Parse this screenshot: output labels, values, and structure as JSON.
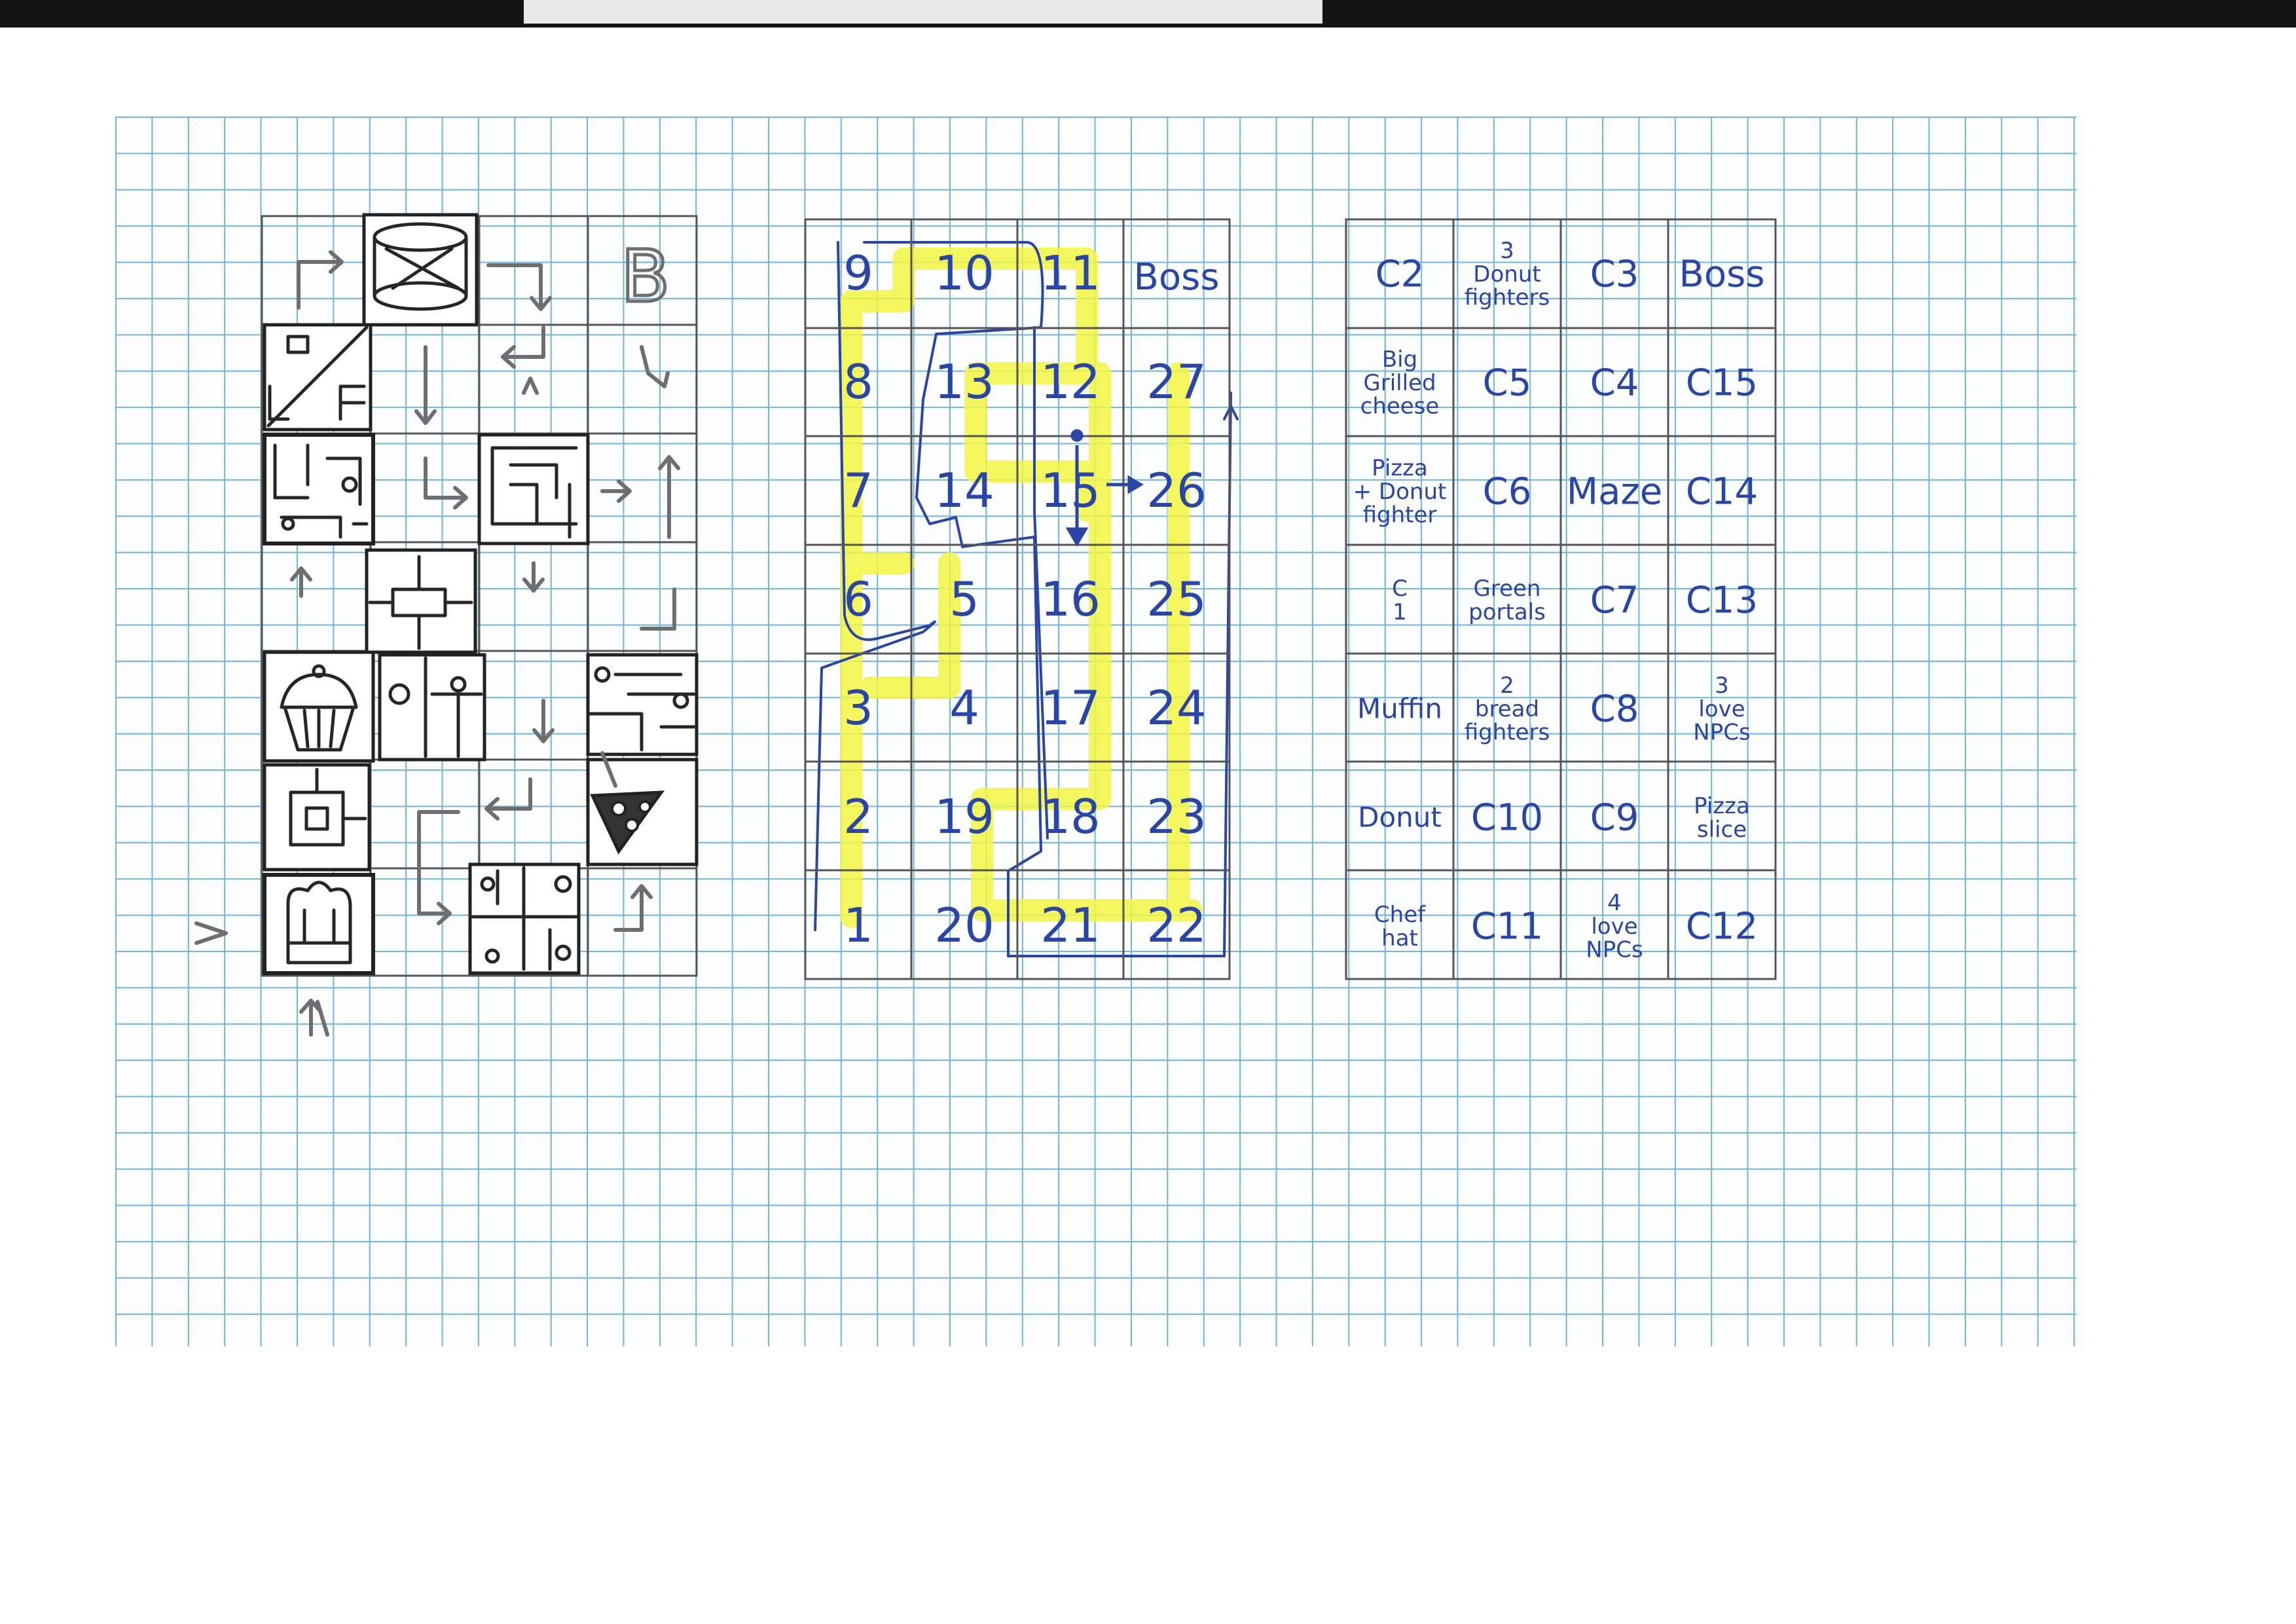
{
  "route_grid": {
    "rows": [
      [
        "9",
        "10",
        "11",
        "Boss"
      ],
      [
        "8",
        "13",
        "12",
        "27"
      ],
      [
        "7",
        "14",
        "15",
        "26"
      ],
      [
        "6",
        "5",
        "16",
        "25"
      ],
      [
        "3",
        "4",
        "17",
        "24"
      ],
      [
        "2",
        "19",
        "18",
        "23"
      ],
      [
        "1",
        "20",
        "21",
        "22"
      ]
    ]
  },
  "content_grid": {
    "rows": [
      [
        [
          "C2"
        ],
        [
          "3",
          "Donut",
          "fighters"
        ],
        [
          "C3"
        ],
        [
          "Boss"
        ]
      ],
      [
        [
          "Big",
          "Grilled",
          "cheese"
        ],
        [
          "C5"
        ],
        [
          "C4"
        ],
        [
          "C15"
        ]
      ],
      [
        [
          "Pizza",
          "+ Donut",
          "fighter"
        ],
        [
          "C6"
        ],
        [
          "Maze"
        ],
        [
          "C14"
        ]
      ],
      [
        [
          "C",
          "1"
        ],
        [
          "Green",
          "portals"
        ],
        [
          "C7"
        ],
        [
          "C13"
        ]
      ],
      [
        [
          "Muffin"
        ],
        [
          "2",
          "bread",
          "fighters"
        ],
        [
          "C8"
        ],
        [
          "3",
          "love",
          "NPCs"
        ]
      ],
      [
        [
          "Donut"
        ],
        [
          "C10"
        ],
        [
          "C9"
        ],
        [
          "Pizza",
          "slice"
        ]
      ],
      [
        [
          "Chef",
          "hat"
        ],
        [
          "C11"
        ],
        [
          "4",
          "love",
          "NPCs"
        ],
        [
          "C12"
        ]
      ]
    ]
  },
  "room_map": {
    "boss_marker": "B"
  },
  "colors": {
    "ink_blue": "#2a45a8",
    "highlighter_yellow": "#f2f542",
    "grid_blue": "#6fb4dc",
    "pencil_gray": "#6e6e6e"
  }
}
